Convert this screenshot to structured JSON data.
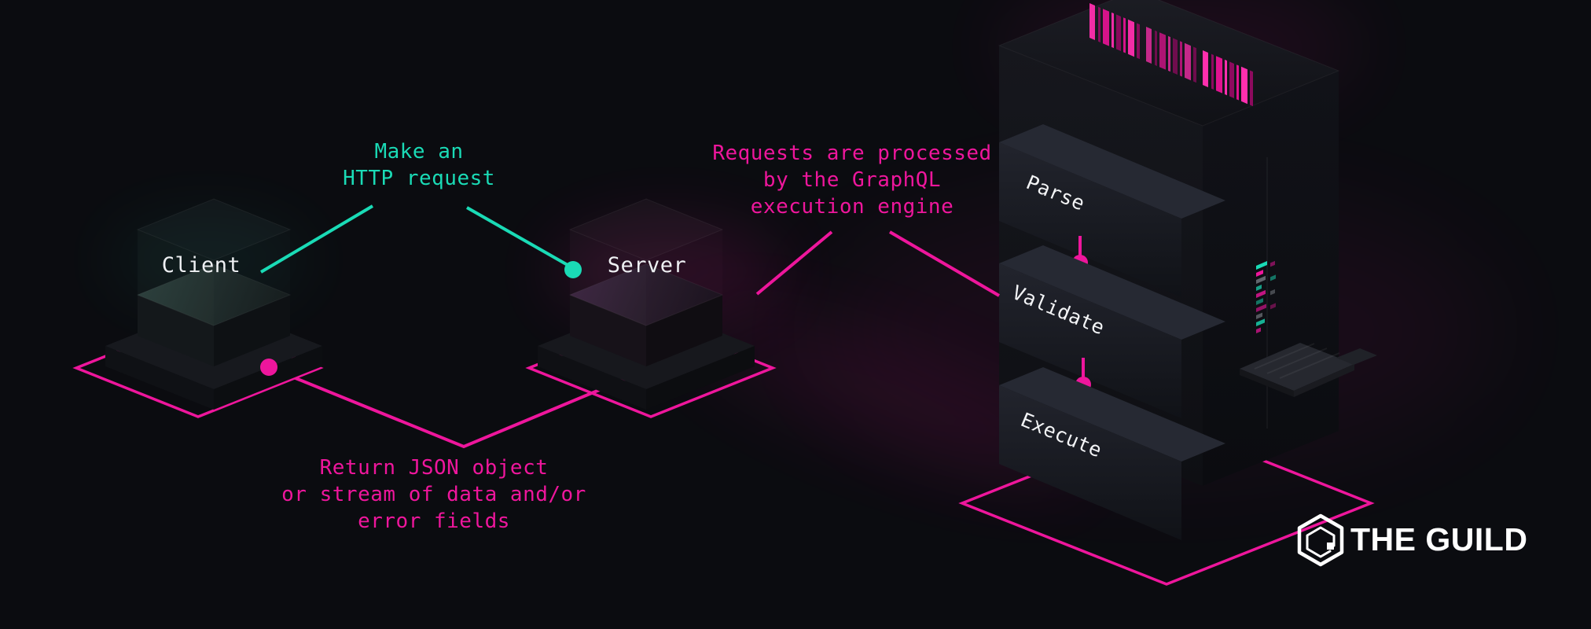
{
  "colors": {
    "background": "#0b0c10",
    "pink_accent": "#ee169c",
    "teal_accent": "#1adbb6",
    "text": "#eef0f3"
  },
  "nodes": {
    "client": {
      "label": "Client"
    },
    "server": {
      "label": "Server"
    }
  },
  "edges": {
    "request": {
      "label": "Make an\nHTTP request",
      "from": "Client",
      "to": "Server"
    },
    "engine": {
      "label": "Requests are processed\nby the GraphQL\nexecution engine",
      "from": "Server",
      "to": "GraphQL execution engine"
    },
    "response": {
      "label": "Return JSON object\nor stream of data and/or\nerror fields",
      "from": "Server",
      "to": "Client"
    }
  },
  "engine_pipeline": {
    "steps": [
      {
        "label": "Parse"
      },
      {
        "label": "Validate"
      },
      {
        "label": "Execute"
      }
    ]
  },
  "logo": {
    "text": "THE GUILD"
  }
}
